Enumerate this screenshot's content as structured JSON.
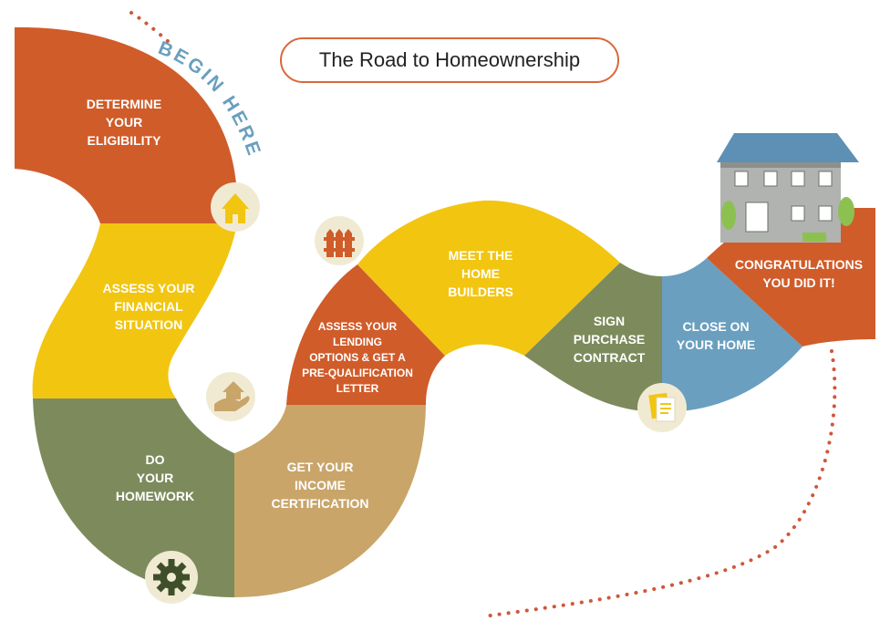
{
  "title": "The Road to Homeownership",
  "begin_label": "BEGIN HERE",
  "steps": [
    {
      "label": "DETERMINE\nYOUR\nELIGIBILITY",
      "color": "#d05c2a"
    },
    {
      "label": "ASSESS YOUR\nFINANCIAL\nSITUATION",
      "color": "#f2c510"
    },
    {
      "label": "DO\nYOUR\nHOMEWORK",
      "color": "#7d8b5c"
    },
    {
      "label": "GET YOUR\nINCOME\nCERTIFICATION",
      "color": "#c9a56a"
    },
    {
      "label": "ASSESS YOUR\nLENDING\nOPTIONS & GET A\nPRE-QUALIFICATION\nLETTER",
      "color": "#d05c2a"
    },
    {
      "label": "MEET THE\nHOME\nBUILDERS",
      "color": "#f2c510"
    },
    {
      "label": "SIGN\nPURCHASE\nCONTRACT",
      "color": "#7d8b5c"
    },
    {
      "label": "CLOSE ON\nYOUR HOME",
      "color": "#6a9fbf"
    },
    {
      "label": "CONGRATULATIONS\nYOU DID IT!",
      "color": "#d05c2a"
    }
  ],
  "icons": [
    "house-icon",
    "hand-house-icon",
    "gear-icon",
    "fence-icon",
    "document-icon"
  ],
  "colors": {
    "accent": "#d9683a",
    "dots": "#d0573a",
    "begin_text": "#6a9fbf"
  }
}
